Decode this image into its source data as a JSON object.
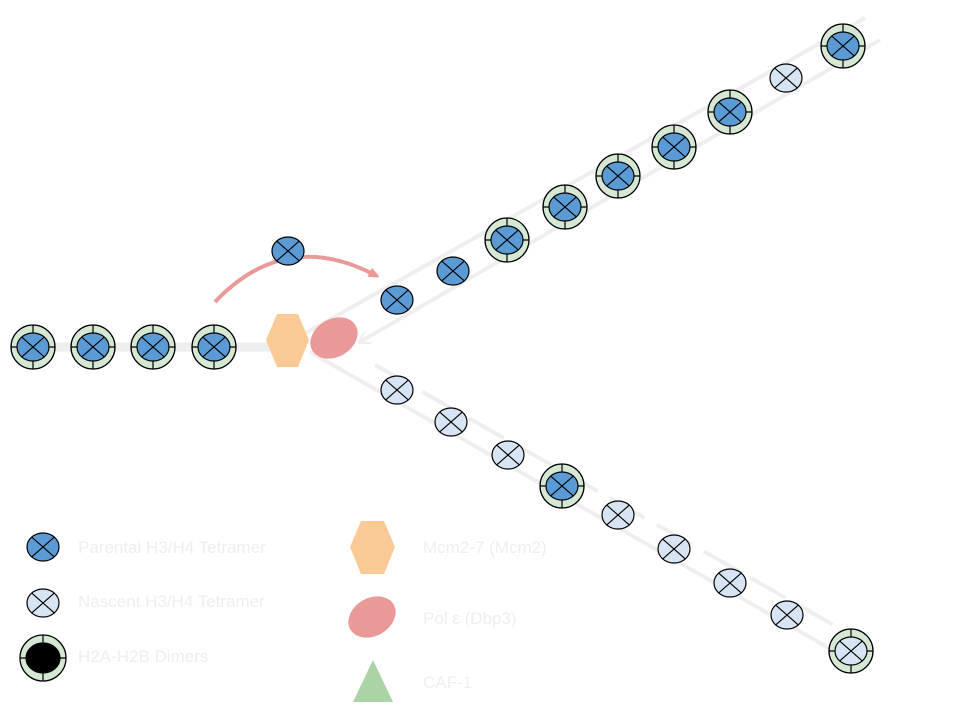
{
  "colors": {
    "parental": "#5b9bd5",
    "nascent": "#d6e4f3",
    "dimer_ring": "#d5e8d4",
    "mcm": "#f9c996",
    "pol": "#ea9999",
    "caf1": "#aad4a6",
    "dna_strand": "#eeeeee",
    "transfer_arrow": "#ea9999",
    "legend_text": "#eeeeee",
    "outline": "#000000"
  },
  "legend": {
    "parental": "Parental H3/H4 Tetramer",
    "nascent": "Nascent H3/H4 Tetramer",
    "dimers": "H2A-H2B Dimers",
    "mcm": "Mcm2-7 (Mcm2)",
    "pol": "Pol ε (Dbp3)",
    "caf1": "CAF-1"
  },
  "icons": {
    "parental": "parental-tetramer-icon",
    "nascent": "nascent-tetramer-icon",
    "dimers": "h2a-h2b-dimer-icon",
    "mcm": "mcm-hexagon-icon",
    "pol": "pol-epsilon-ellipse-icon",
    "caf1": "caf1-triangle-icon"
  }
}
